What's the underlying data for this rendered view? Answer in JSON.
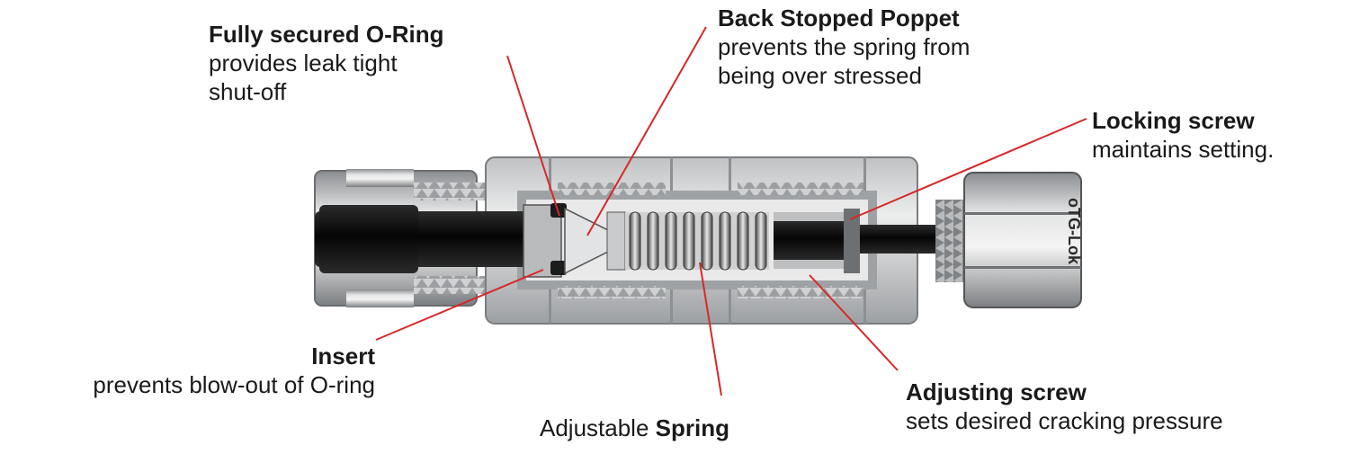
{
  "brand_mark": "oTG-Lok",
  "callouts": {
    "oring": {
      "title": "Fully secured O-Ring",
      "desc": [
        "provides leak tight",
        "shut-off"
      ]
    },
    "poppet": {
      "title": "Back Stopped Poppet",
      "desc": [
        "prevents the spring from",
        "being over stressed"
      ]
    },
    "locking": {
      "title": "Locking screw",
      "desc": [
        "maintains setting."
      ]
    },
    "insert": {
      "title": "Insert",
      "desc": [
        "prevents blow-out of O-ring"
      ]
    },
    "spring": {
      "prefix": "Adjustable",
      "title": "Spring"
    },
    "adjusting": {
      "title": "Adjusting screw",
      "desc": [
        "sets desired cracking pressure"
      ]
    }
  },
  "colors": {
    "leader_line": "#d62828",
    "metal_light": "#d9dadb",
    "metal_mid": "#a7aaad",
    "metal_dark": "#5c5f62",
    "bore": "#111111"
  }
}
